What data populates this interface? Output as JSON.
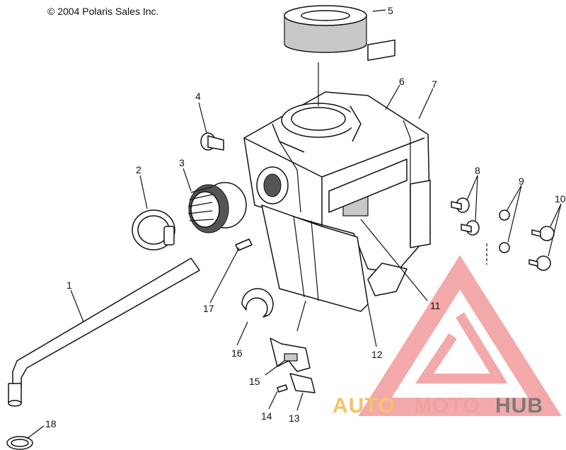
{
  "copyright": "© 2004 Polaris Sales Inc.",
  "callouts": [
    {
      "id": "1",
      "label": "1"
    },
    {
      "id": "2",
      "label": "2"
    },
    {
      "id": "3",
      "label": "3"
    },
    {
      "id": "4",
      "label": "4"
    },
    {
      "id": "5",
      "label": "5"
    },
    {
      "id": "6",
      "label": "6"
    },
    {
      "id": "7",
      "label": "7"
    },
    {
      "id": "8",
      "label": "8"
    },
    {
      "id": "9",
      "label": "9"
    },
    {
      "id": "10",
      "label": "10"
    },
    {
      "id": "11",
      "label": "11"
    },
    {
      "id": "12",
      "label": "12"
    },
    {
      "id": "13",
      "label": "13"
    },
    {
      "id": "14",
      "label": "14"
    },
    {
      "id": "15",
      "label": "15"
    },
    {
      "id": "16",
      "label": "16"
    },
    {
      "id": "17",
      "label": "17"
    },
    {
      "id": "18",
      "label": "18"
    }
  ],
  "watermark": {
    "part1": "AUTO",
    "part2": "MOTO",
    "part3": "HUB",
    "color_primary": "#f2a0a0",
    "color_accent": "#f5c26b",
    "color_dark": "#7a7a7a"
  }
}
